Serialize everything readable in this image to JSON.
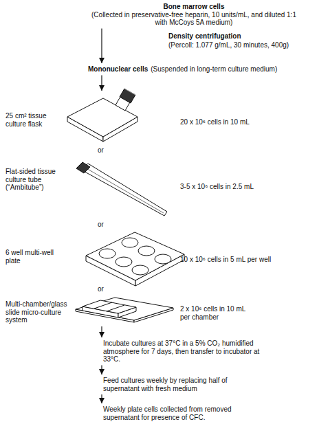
{
  "diagram": {
    "nodes": [
      {
        "text": [
          "Bone marrow cells",
          "(Collected in preservative-free heparin, 10 units/mL, and diluted 1:1 with McCoys 5A medium)"
        ]
      },
      {
        "text": [
          "Mononuclear cells",
          "(Suspended in long-term culture medium)"
        ]
      },
      {
        "text": [
          "25 cm² tissue culture flask",
          "20 x 10⁶ cells in 10 mL"
        ]
      },
      {
        "text": [
          "Flat-sided tissue culture tube (“Ambitube”)",
          "3-5 x 10⁶ cells in 2.5 mL"
        ]
      },
      {
        "text": [
          "6 well multi-well plate",
          "10 x 10⁶ cells in 5 mL per well"
        ]
      },
      {
        "text": [
          "Multi-chamber/glass slide micro-culture system",
          "2 x 10⁶ cells in 10 mL per chamber"
        ]
      },
      {
        "text": [
          "Incubate cultures at 37°C in a 5% CO₂ humidified atmosphere for 7 days, then transfer to incubator at 33°C."
        ]
      },
      {
        "text": [
          "Feed cultures weekly by replacing half of supernatant with fresh medium"
        ]
      },
      {
        "text": [
          "Weekly plate cells collected from removed supernatant for presence of CFC."
        ]
      }
    ],
    "edges": [
      {
        "from": 0,
        "to": 1,
        "arrow": "to"
      },
      {
        "from": 1,
        "to": 2,
        "arrow": "to"
      },
      {
        "from": 5,
        "to": 6,
        "arrow": "to"
      },
      {
        "from": 6,
        "to": 7,
        "arrow": "to"
      },
      {
        "from": 7,
        "to": 8,
        "arrow": "to"
      }
    ],
    "labels": [
      "Density centrifugation",
      "(Percoll: 1.077 g/mL, 30 minutes, 400g)",
      "or",
      "or",
      "or"
    ]
  }
}
